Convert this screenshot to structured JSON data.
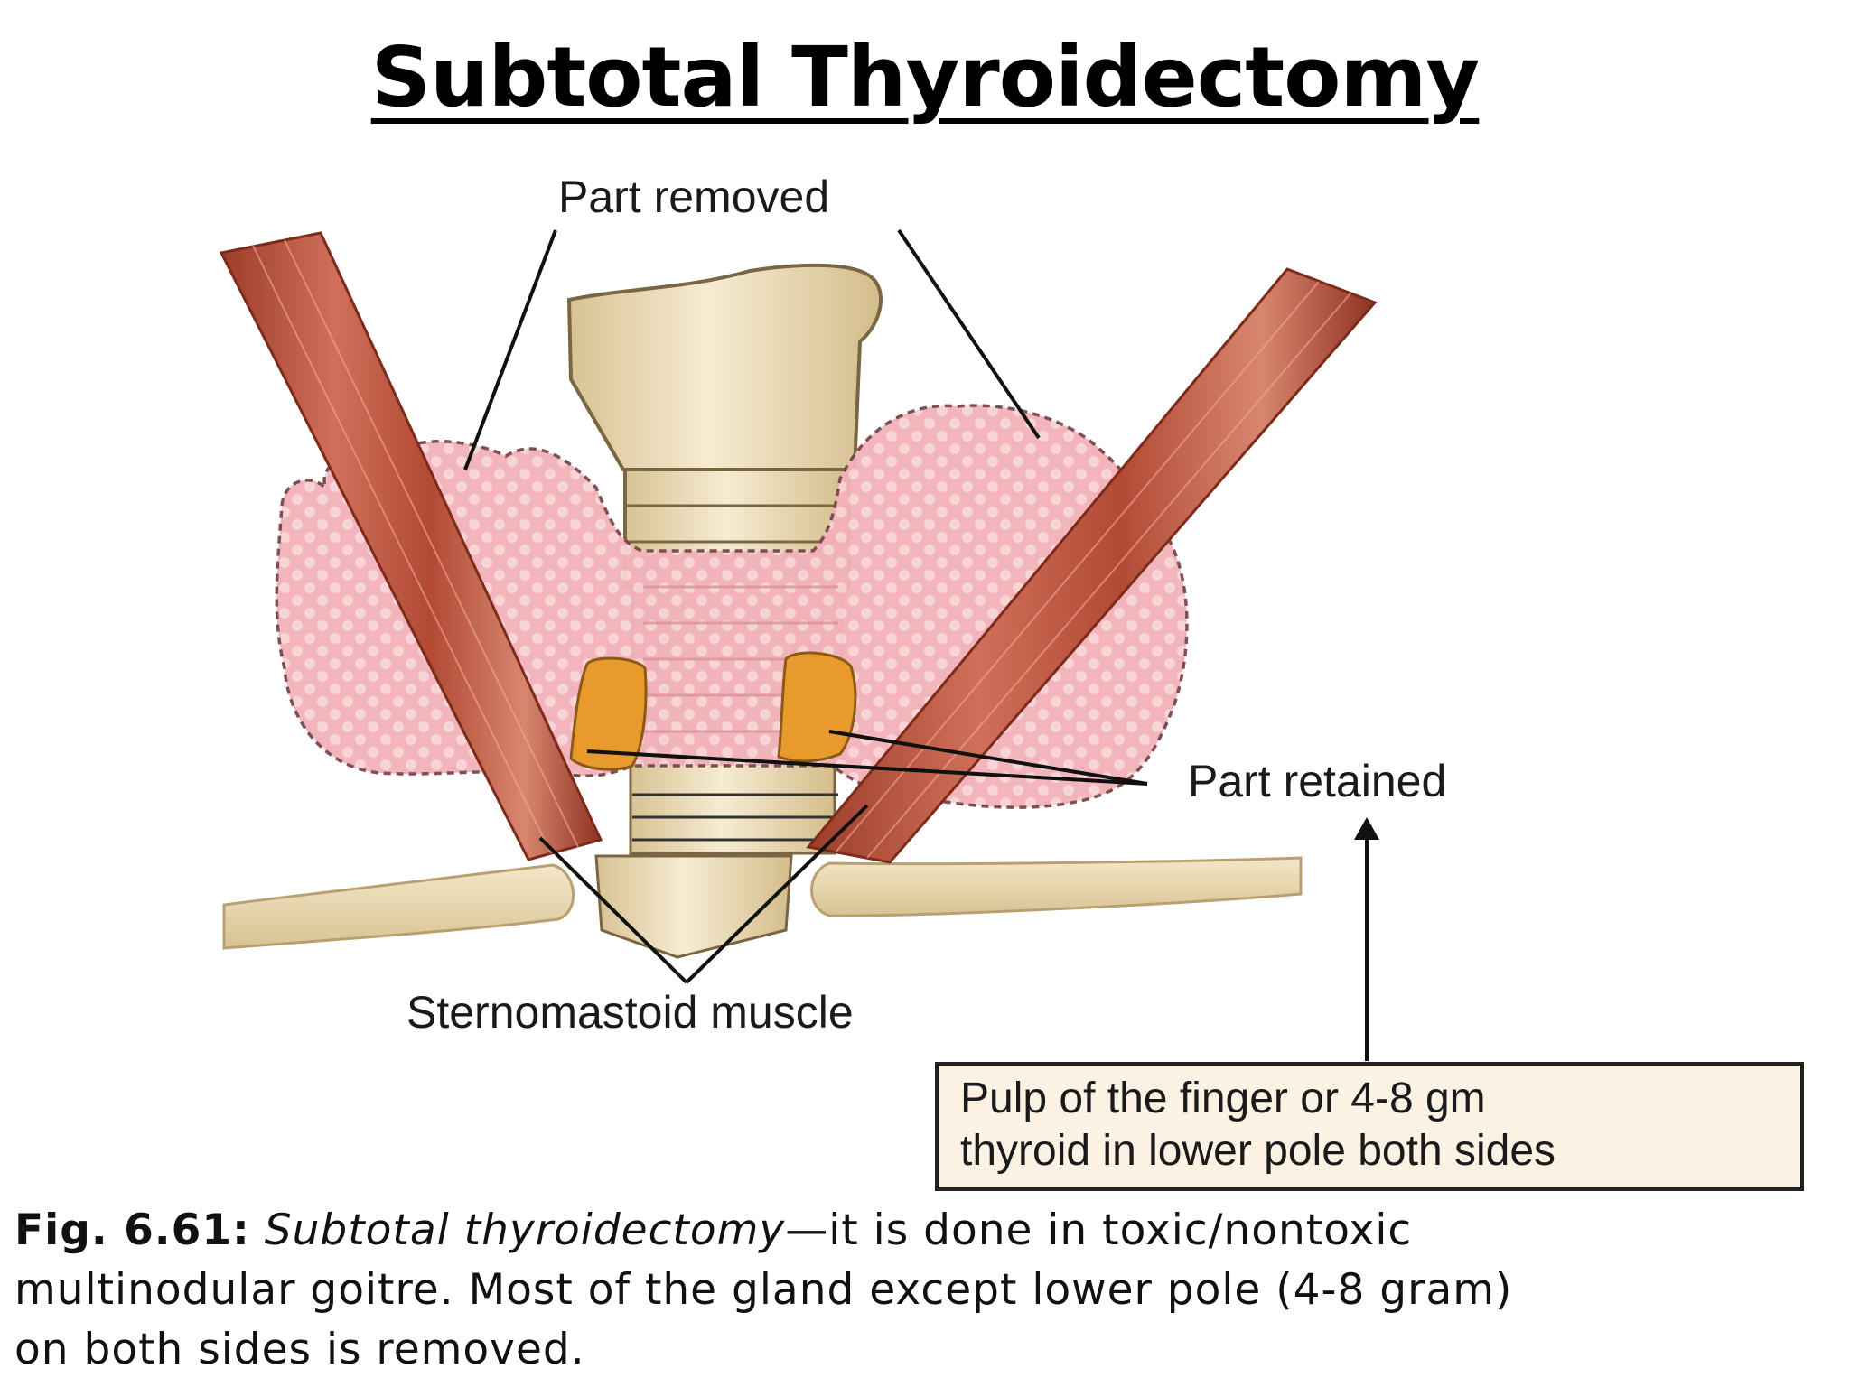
{
  "title": "Subtotal Thyroidectomy",
  "labels": {
    "part_removed": "Part removed",
    "part_retained": "Part retained",
    "muscle": "Sternomastoid muscle",
    "note_line1": "Pulp of the finger or 4-8 gm",
    "note_line2": "thyroid in lower pole both sides"
  },
  "caption": {
    "fig_number": "Fig. 6.61:",
    "italic_term": "Subtotal thyroidectomy",
    "rest_line1": "—it is done in toxic/nontoxic",
    "line2": "multinodular goitre. Most of the gland except lower pole (4-8 gram)",
    "line3": "on both sides is removed."
  },
  "colors": {
    "thyroid": "#f3b8bd",
    "thyroid_outline": "#7a4a4e",
    "muscle": "#c0533a",
    "cartilage": "#e9d7b0",
    "retained": "#e89a2c"
  }
}
